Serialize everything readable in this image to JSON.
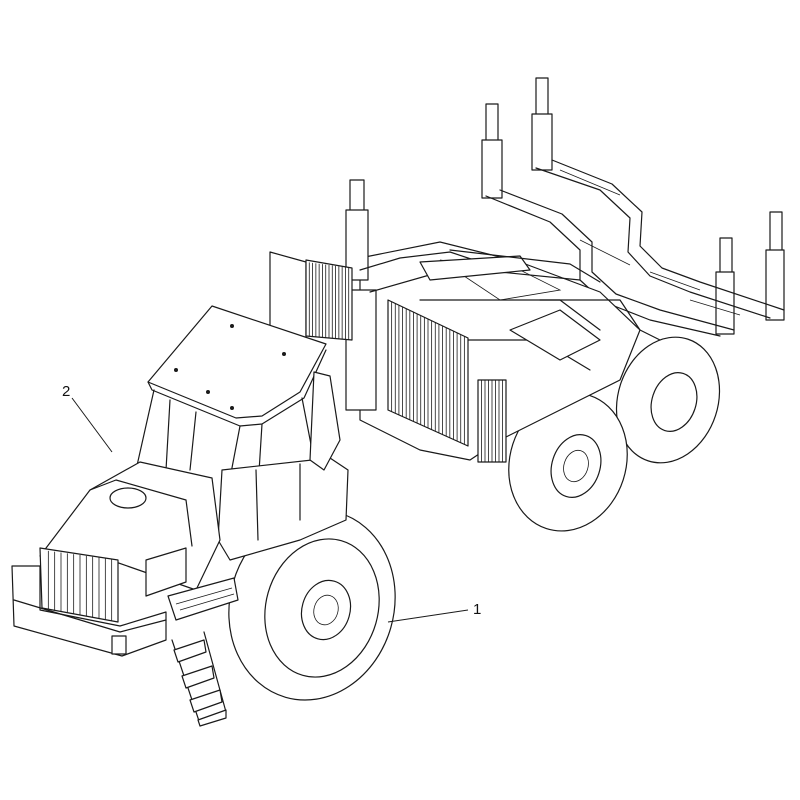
{
  "callouts": [
    {
      "label": "1",
      "part": "wheel"
    },
    {
      "label": "2",
      "part": "cab"
    }
  ],
  "colors": {
    "line": "#1a1a1a",
    "background": "#ffffff"
  }
}
